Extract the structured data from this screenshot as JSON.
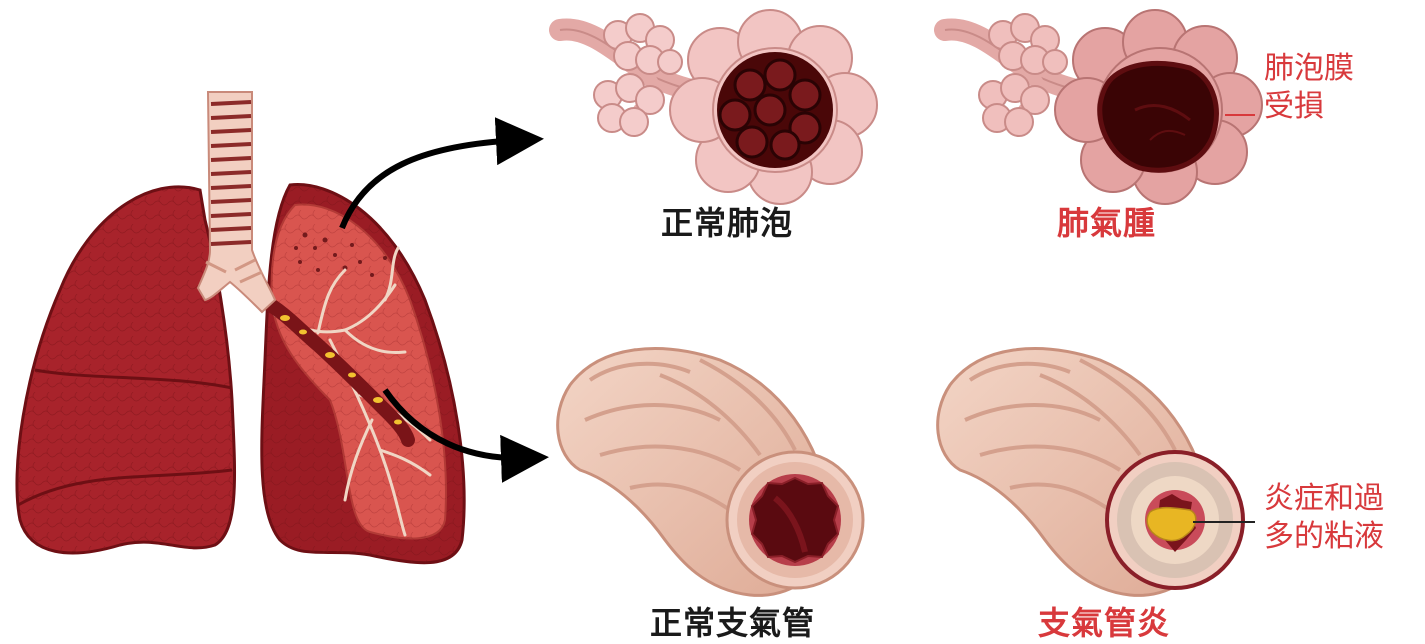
{
  "labels": {
    "normal_alveoli": "正常肺泡",
    "emphysema": "肺氣腫",
    "alveoli_damage_line1": "肺泡膜",
    "alveoli_damage_line2": "受損",
    "normal_bronchus": "正常支氣管",
    "bronchitis": "支氣管炎",
    "mucus_line1": "炎症和過",
    "mucus_line2": "多的粘液"
  },
  "colors": {
    "caption_dark": "#1a1a1a",
    "caption_red": "#d8393c",
    "note_red": "#d8393c",
    "lung_red": "#a8232b",
    "alveoli_pink": "#f2c5c3",
    "bronchus_tan": "#ebc3b0",
    "mucus_yellow": "#e8b623"
  }
}
